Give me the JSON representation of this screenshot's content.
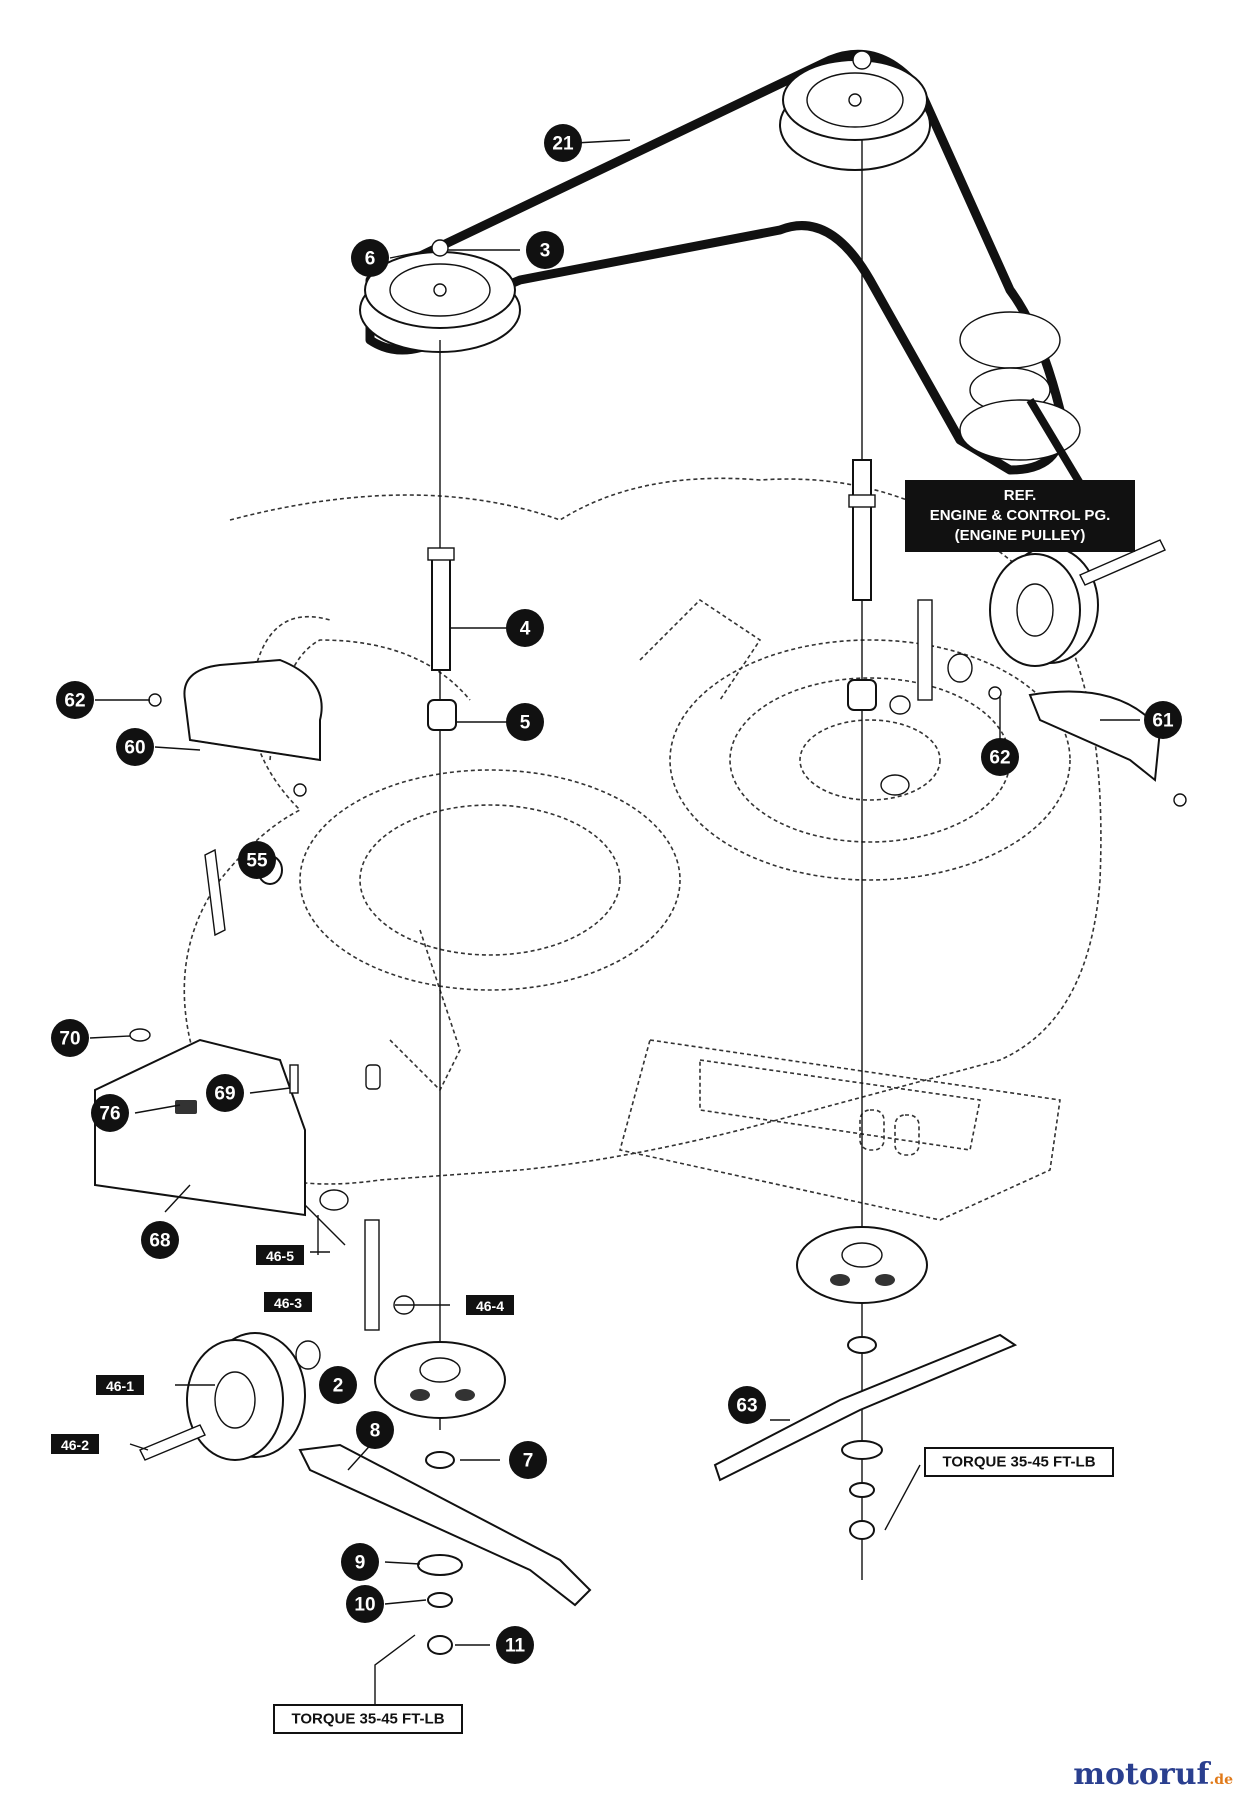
{
  "diagram": {
    "callouts": [
      "21",
      "6",
      "3",
      "4",
      "5",
      "62",
      "60",
      "55",
      "70",
      "69",
      "76",
      "68",
      "2",
      "8",
      "7",
      "9",
      "10",
      "11",
      "61",
      "62",
      "63"
    ],
    "box_labels": [
      "46-5",
      "46-3",
      "46-4",
      "46-1",
      "46-2"
    ],
    "notes": {
      "torque_right": "TORQUE 35-45 FT-LB",
      "torque_left": "TORQUE 35-45 FT-LB"
    },
    "ref_box": {
      "line1": "REF.",
      "line2": "ENGINE & CONTROL PG.",
      "line3": "(ENGINE PULLEY)"
    }
  },
  "watermark": {
    "name": "motoruf",
    "tld": ".de"
  }
}
